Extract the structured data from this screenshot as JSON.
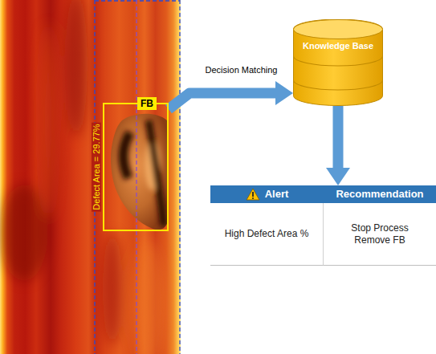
{
  "diagram": {
    "nodes": [
      {
        "text": [
          "FB",
          "Defect Area = 29.77%"
        ]
      },
      {
        "text": [
          "Knowledge Base"
        ]
      },
      {
        "text": [
          "Alert",
          "Recommendation",
          "High Defect Area %",
          "Stop Process Remove FB"
        ]
      }
    ],
    "edges": [
      {
        "from": 0,
        "to": 1,
        "arrow": "to",
        "label": "Decision Matching"
      },
      {
        "from": 1,
        "to": 2,
        "arrow": "to"
      }
    ]
  }
}
